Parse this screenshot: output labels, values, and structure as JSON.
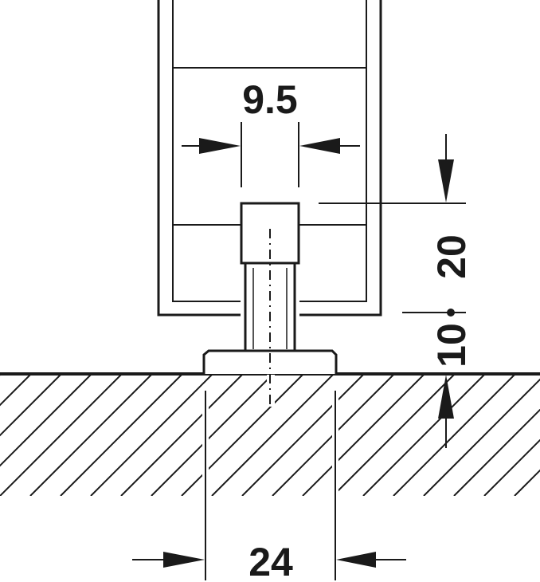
{
  "diagram": {
    "dimensions": {
      "gap_width": "9.5",
      "pin_height": "20",
      "base_height": "10",
      "base_width": "24"
    },
    "colors": {
      "ink": "#1a1a1a",
      "background": "#ffffff"
    }
  }
}
